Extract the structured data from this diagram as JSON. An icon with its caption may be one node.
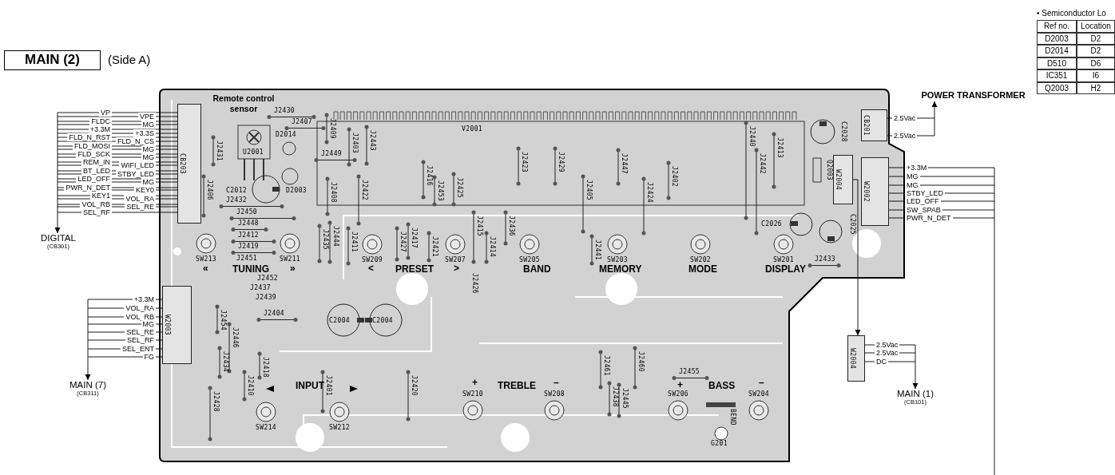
{
  "diagram": {
    "title": "MAIN (2)",
    "nodes": [
      {
        "text": [
          "CB203"
        ]
      },
      {
        "text": [
          "DIGITAL",
          "(CB301)"
        ]
      },
      {
        "text": [
          "W2003"
        ]
      },
      {
        "text": [
          "MAIN (7)",
          "(CB311)"
        ]
      },
      {
        "text": [
          "CB201"
        ]
      },
      {
        "text": [
          "POWER TRANSFORMER"
        ]
      },
      {
        "text": [
          "W2004"
        ]
      },
      {
        "text": [
          "W2002"
        ]
      },
      {
        "text": [
          "W2004"
        ]
      },
      {
        "text": [
          "MAIN (1)",
          "(CB101)"
        ]
      }
    ],
    "edges": [
      {
        "from": 0,
        "to": 1,
        "arrow": "to"
      },
      {
        "from": 2,
        "to": 3,
        "arrow": "to"
      },
      {
        "from": 4,
        "to": 5,
        "arrow": "to"
      },
      {
        "from": 6,
        "to": 8,
        "arrow": "to"
      },
      {
        "from": 7,
        "to": null,
        "arrow": "none"
      },
      {
        "from": 8,
        "to": 9,
        "arrow": "to"
      }
    ],
    "labels": [
      "(Side A)",
      "Remote control sensor",
      "VP",
      "FLDC",
      "+3.3M",
      "FLD_N_RST",
      "FLD_MOSI",
      "FLD_SCK",
      "REM_IN",
      "BT_LED",
      "LED_OFF",
      "PWR_N_DET",
      "KEY1",
      "VOL_RB",
      "SEL_RF",
      "VPE",
      "MG",
      "+3.3S",
      "FLD_N_CS",
      "MG",
      "MG",
      "WIFI_LED",
      "STBY_LED",
      "MG",
      "KEY0",
      "VOL_RA",
      "SEL_RE",
      "J2430",
      "D2014",
      "J2407",
      "J2409",
      "J2403",
      "J2443",
      "V2001",
      "J2440",
      "J2431",
      "U2001",
      "J2449",
      "J2416",
      "J2423",
      "J2429",
      "J2447",
      "J2402",
      "J2442",
      "J2413",
      "J2406",
      "C2012",
      "D2003",
      "J2408",
      "J2422",
      "J2453",
      "J2425",
      "J2405",
      "J2424",
      "J2432",
      "J2450",
      "J2448",
      "J2415",
      "J2436",
      "J2412",
      "J2419",
      "J2435",
      "J2444",
      "J2411",
      "J2427",
      "J2417",
      "J2421",
      "J2414",
      "J2441",
      "SW213",
      "J2451",
      "SW211",
      "SW209",
      "SW207",
      "SW205",
      "SW203",
      "SW202",
      "SW201",
      "C2028",
      "Q2003",
      "C2026",
      "C2025",
      "J2433",
      "«",
      "TUNING",
      "»",
      "<",
      "PRESET",
      ">",
      "BAND",
      "MEMORY",
      "MODE",
      "DISPLAY",
      "J2452",
      "J2426",
      "J2437",
      "J2439",
      "J2404",
      "C2004",
      "C2004",
      "J2454",
      "J2446",
      "J2434",
      "J2418",
      "J2410",
      "J2401",
      "J2420",
      "J2461",
      "J2460",
      "J2438",
      "J2445",
      "J2455",
      "INPUT",
      "+",
      "TREBLE",
      "–",
      "+",
      "BASS",
      "–",
      "SW210",
      "SW208",
      "SW206",
      "SW204",
      "J2428",
      "SW214",
      "SW212",
      "BEND",
      "G201",
      "+3.3M",
      "VOL_RA",
      "VOL_RB",
      "MG",
      "SEL_RE",
      "SEL_RF",
      "SEL_ENT",
      "FG",
      "2.5Vac",
      "2.5Vac",
      "+3.3M",
      "MG",
      "MG",
      "STBY_LED",
      "LED_OFF",
      "SW_SPAB",
      "PWR_N_DET",
      "2.5Vac",
      "2.5Vac",
      "DC",
      "• Semiconductor Lo",
      "Ref no.",
      "Location",
      "D2003",
      "D2",
      "D2014",
      "D2",
      "D510",
      "D6",
      "IC351",
      "I6",
      "Q2003",
      "H2"
    ]
  }
}
